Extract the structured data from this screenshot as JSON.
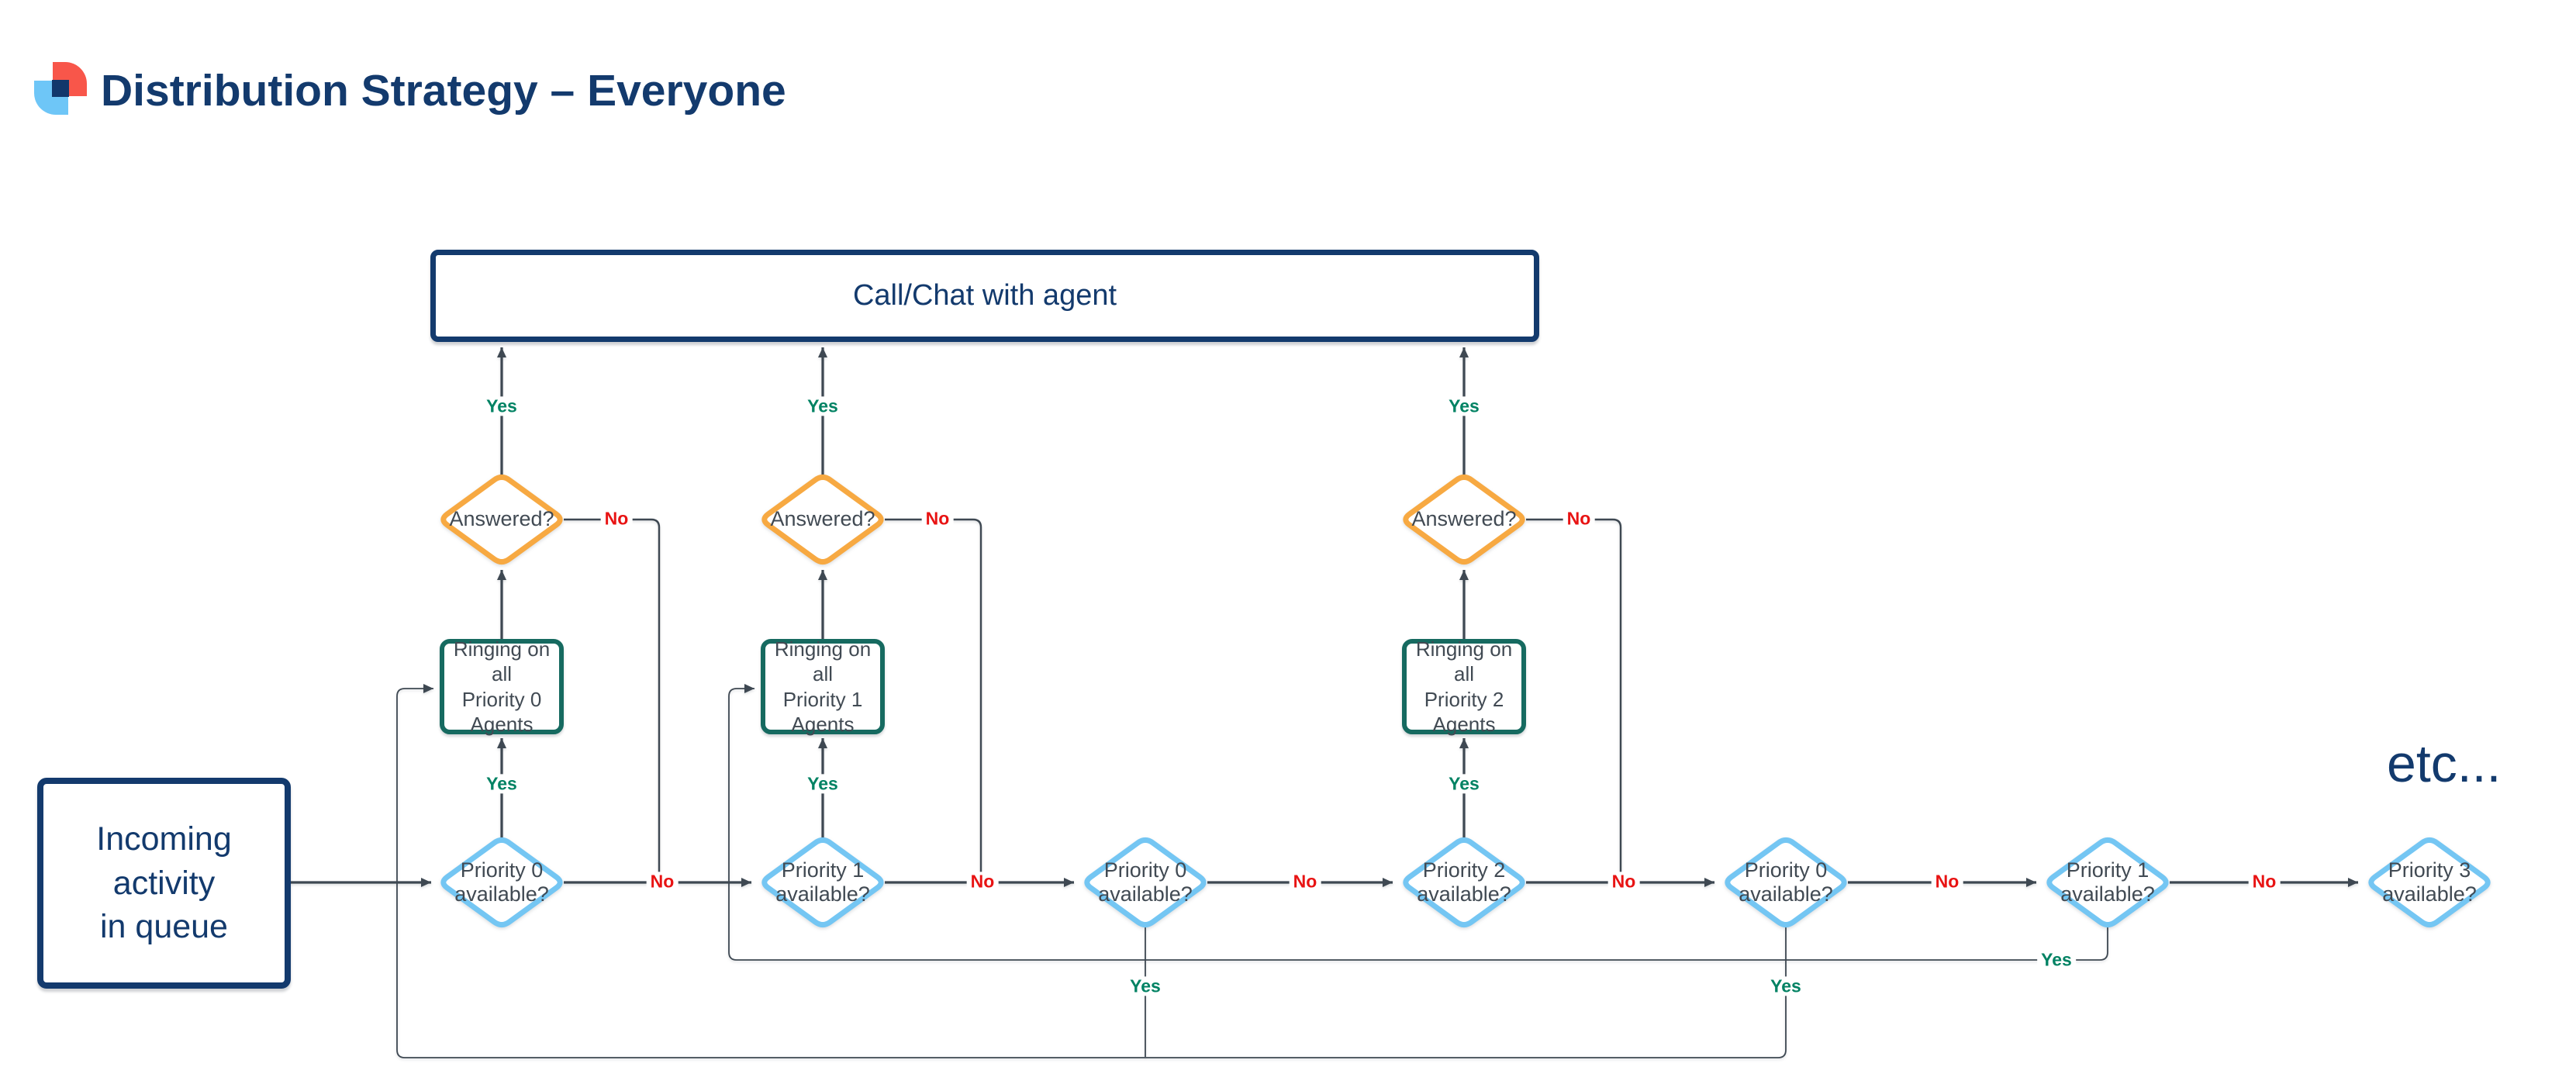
{
  "header": {
    "title": "Distribution Strategy – Everyone",
    "logo_colors": {
      "red": "#f8564a",
      "blue": "#6ec6f7",
      "navy": "#12376b"
    }
  },
  "flowchart": {
    "terminal": {
      "label": "Call/Chat with agent"
    },
    "incoming": {
      "label": "Incoming\nactivity\nin queue"
    },
    "answered_diamonds": [
      {
        "label": "Answered?"
      },
      {
        "label": "Answered?"
      },
      {
        "label": "Answered?"
      }
    ],
    "ringing_boxes": [
      {
        "label": "Ringing on all\nPriority 0\nAgents"
      },
      {
        "label": "Ringing on all\nPriority 1\nAgents"
      },
      {
        "label": "Ringing on all\nPriority 2\nAgents"
      }
    ],
    "priority_diamonds": [
      {
        "label": "Priority 0\navailable?"
      },
      {
        "label": "Priority 1\navailable?"
      },
      {
        "label": "Priority 0\navailable?"
      },
      {
        "label": "Priority 2\navailable?"
      },
      {
        "label": "Priority 0\navailable?"
      },
      {
        "label": "Priority 1\navailable?"
      },
      {
        "label": "Priority 3\navailable?"
      }
    ],
    "etc_label": "etc...",
    "labels": {
      "yes": "Yes",
      "no": "No"
    },
    "colors": {
      "connector": "#3e4852",
      "yes_label": "#008263",
      "no_label": "#e81313",
      "decision_orange": "#f7a942",
      "decision_blue": "#74c6f3",
      "process_teal": "#166a60",
      "navy": "#133a6d",
      "node_text": "#414a53"
    }
  }
}
